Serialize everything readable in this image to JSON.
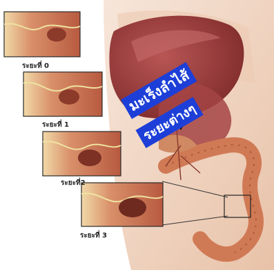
{
  "title": {
    "line1": "มะเร็งลำไส้",
    "line2": "ระยะต่างๆ"
  },
  "stages": [
    {
      "label": "ระยะที่ 0"
    },
    {
      "label": "ระยะที่ 1"
    },
    {
      "label": "ระยะที่2"
    },
    {
      "label": "ระยะที่ 3"
    }
  ],
  "colors": {
    "background": "#f6e3d6",
    "liver": "#9a3a3a",
    "intestine": "#d98a5e",
    "inset_border": "#2a2a2a",
    "title_box": "#1d3fd8",
    "title_text": "#ffffff"
  }
}
